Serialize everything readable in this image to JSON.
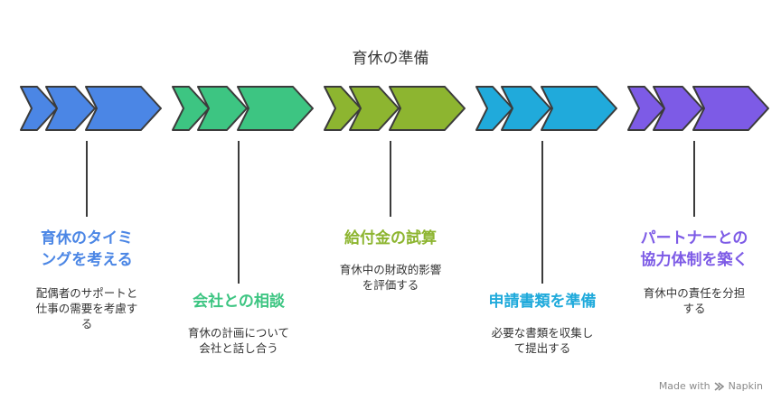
{
  "title": "育休の準備",
  "steps": [
    {
      "color": "#4B86E5",
      "title_lines": [
        "育休のタイミ",
        "ングを考える"
      ],
      "desc_lines": [
        "配偶者のサポートと",
        "仕事の需要を考慮す",
        "る"
      ]
    },
    {
      "color": "#3DC582",
      "title_lines": [
        "会社との相談"
      ],
      "desc_lines": [
        "育休の計画について",
        "会社と話し合う"
      ]
    },
    {
      "color": "#8DB530",
      "title_lines": [
        "給付金の試算"
      ],
      "desc_lines": [
        "育休中の財政的影響",
        "を評価する"
      ]
    },
    {
      "color": "#20AADB",
      "title_lines": [
        "申請書類を準備"
      ],
      "desc_lines": [
        "必要な書類を収集し",
        "て提出する"
      ]
    },
    {
      "color": "#7D5BE6",
      "title_lines": [
        "パートナーとの",
        "協力体制を築く"
      ],
      "desc_lines": [
        "育休中の責任を分担",
        "する"
      ]
    }
  ],
  "watermark": {
    "label": "Made with",
    "brand": "Napkin",
    "icon": "napkin-icon"
  }
}
